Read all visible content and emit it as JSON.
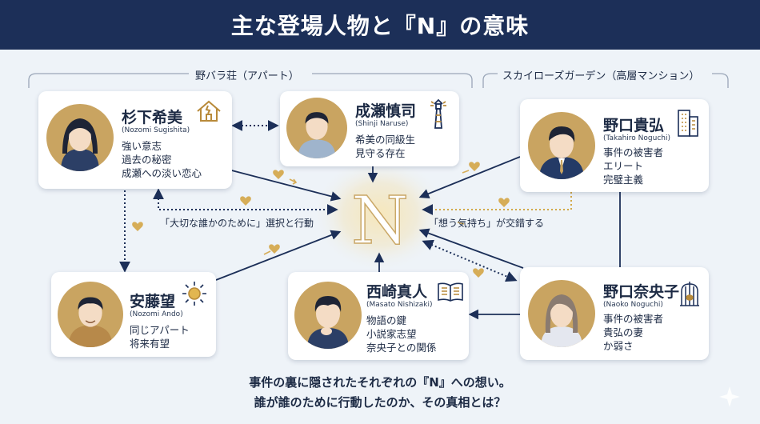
{
  "title": "主な登場人物と『N』の意味",
  "groups": {
    "apartment": "野バラ荘（アパート）",
    "mansion": "スカイローズガーデン（高層マンション）"
  },
  "center_symbol": "N",
  "characters": {
    "sugishita": {
      "name": "杉下希美",
      "romaji": "(Nozomi Sugishita)",
      "lines": [
        "強い意志",
        "過去の秘密",
        "成瀬への淡い恋心"
      ],
      "icon": "house-icon"
    },
    "naruse": {
      "name": "成瀬慎司",
      "romaji": "(Shinji Naruse)",
      "lines": [
        "希美の同級生",
        "見守る存在"
      ],
      "icon": "lighthouse-icon"
    },
    "takahiro": {
      "name": "野口貴弘",
      "romaji": "(Takahiro Noguchi)",
      "lines": [
        "事件の被害者",
        "エリート",
        "完璧主義"
      ],
      "icon": "building-icon"
    },
    "ando": {
      "name": "安藤望",
      "romaji": "(Nozomi Ando)",
      "lines": [
        "同じアパート",
        "将来有望"
      ],
      "icon": "sun-icon"
    },
    "nishizaki": {
      "name": "西崎真人",
      "romaji": "(Masato Nishizaki)",
      "lines": [
        "物語の鍵",
        "小説家志望",
        "奈央子との関係"
      ],
      "icon": "book-icon"
    },
    "naoko": {
      "name": "野口奈央子",
      "romaji": "(Naoko Noguchi)",
      "lines": [
        "事件の被害者",
        "貴弘の妻",
        "か弱さ"
      ],
      "icon": "birdcage-icon"
    }
  },
  "edge_labels": {
    "left": "「大切な誰かのために」選択と行動",
    "right": "「想う気持ち」が交錯する"
  },
  "footer": {
    "line1": "事件の裏に隠されたそれぞれの『N』への想い。",
    "line2": "誰が誰のために行動したのか、その真相とは？"
  },
  "colors": {
    "navy": "#1c2f58",
    "gold": "#c9a461",
    "background": "#eef3f8"
  }
}
